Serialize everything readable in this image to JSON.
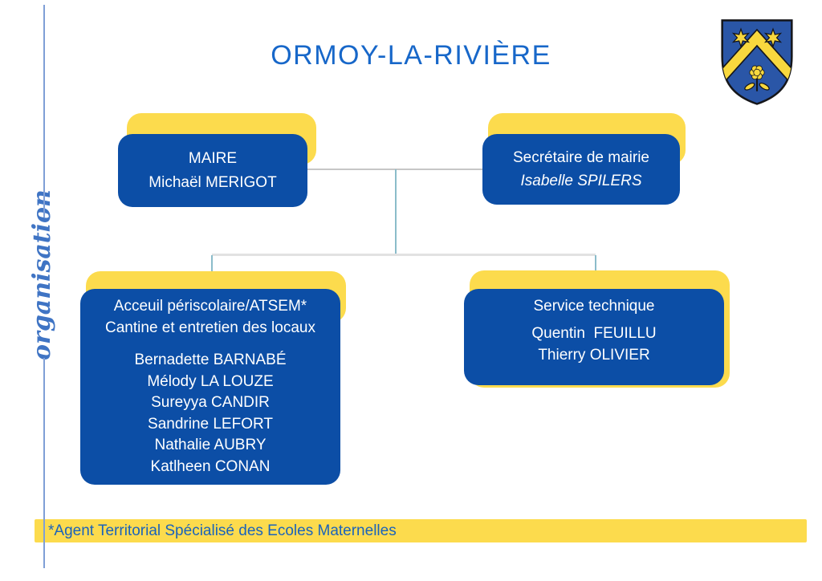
{
  "page": {
    "title": "ORMOY-LA-RIVIÈRE",
    "side_label": "organisation",
    "footnote": "*Agent Territorial Spécialisé des Ecoles Maternelles"
  },
  "colors": {
    "box_blue": "#0c4ea6",
    "band_yellow": "#fcdb4d",
    "title_blue": "#1767c9",
    "footnote_text_blue": "#1a63bb",
    "side_rule_blue": "#7f9fd6",
    "script_label_blue": "#3f74c4",
    "connector_teal": "#8bbcca",
    "connector_gray": "#c6c6c6",
    "connector_light_gray": "#e2e2e2",
    "crest_blue": "#2a56a7",
    "crest_yellow": "#f8d83e"
  },
  "org": {
    "nodes": [
      {
        "id": "maire",
        "title": "MAIRE",
        "members": [
          "Michaël MERIGOT"
        ]
      },
      {
        "id": "secretaire-de-mairie",
        "title": "Secrétaire de mairie",
        "members": [
          "Isabelle SPILERS"
        ]
      },
      {
        "id": "accueil-periscolaire",
        "header": [
          "Acceuil périscolaire/ATSEM*",
          "Cantine et entretien des locaux"
        ],
        "members": [
          "Bernadette BARNABÉ",
          "Mélody LA LOUZE",
          "Sureyya CANDIR",
          "Sandrine LEFORT",
          "Nathalie AUBRY",
          "Katlheen CONAN"
        ]
      },
      {
        "id": "service-technique",
        "title": "Service technique",
        "members": [
          "Quentin  FEUILLU",
          "Thierry OLIVIER"
        ]
      }
    ]
  }
}
